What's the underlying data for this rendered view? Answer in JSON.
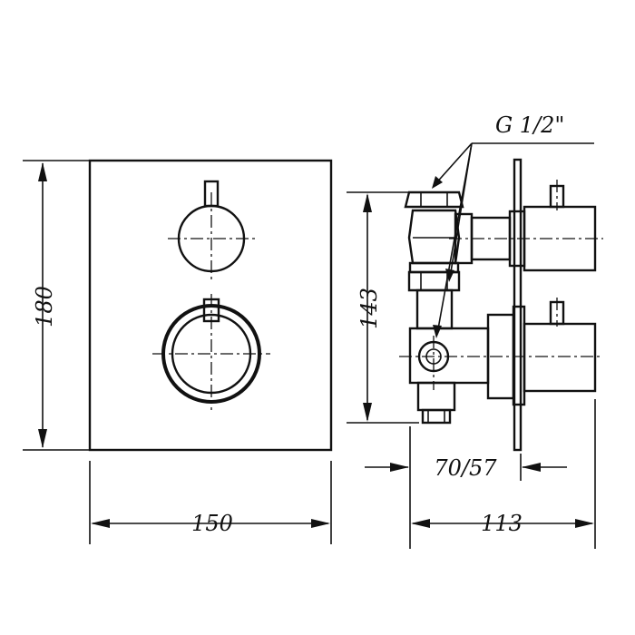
{
  "front_view": {
    "height_label": "180",
    "width_label": "150"
  },
  "side_view": {
    "height_label": "143",
    "depth_label": "113",
    "projection_label": "70/57",
    "thread_label": "G 1/2\""
  }
}
